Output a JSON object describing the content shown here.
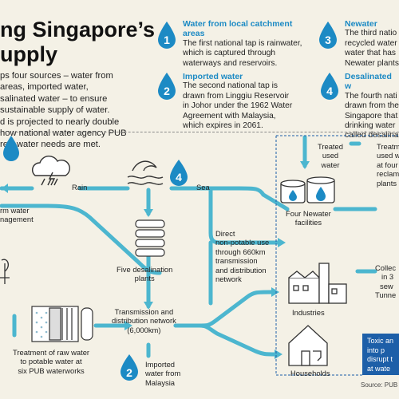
{
  "title": {
    "line1": "ng Singapore’s",
    "line2": "upply"
  },
  "intro": {
    "lines": [
      "ps four sources – water from",
      "areas, imported water,",
      "salinated water – to ensure",
      "sustainable supply of water.",
      "d is projected to nearly double",
      "how national water agency PUB",
      "re’s water needs are met."
    ]
  },
  "sources": [
    {
      "number": "1",
      "title_lines": [
        "Water from local catchment",
        "areas"
      ],
      "body_lines": [
        "The first national tap is rainwater,",
        "which is captured through",
        "waterways and reservoirs."
      ]
    },
    {
      "number": "2",
      "title_lines": [
        "Imported water"
      ],
      "body_lines": [
        "The second national tap is",
        "drawn from Linggiu Reservoir",
        "in Johor under the 1962 Water",
        "Agreement with Malaysia,",
        "which expires in 2061."
      ]
    },
    {
      "number": "3",
      "title_lines": [
        "Newater"
      ],
      "body_lines": [
        "The third natio",
        "recycled water",
        "water that has",
        "Newater plants"
      ]
    },
    {
      "number": "4",
      "title_lines": [
        "Desalinated w"
      ],
      "body_lines": [
        "The fourth nati",
        "drawn from the",
        "Singapore that",
        "drinking water",
        "called desalina"
      ]
    }
  ],
  "diagram": {
    "rain": "Rain",
    "sea": "Sea",
    "sea_number": "4",
    "storm": [
      "rm water",
      "nagement"
    ],
    "treated_used": [
      "Treated",
      "used",
      "water"
    ],
    "treatment_right": [
      "Treatm",
      "used w",
      "at four",
      "reclam",
      "plants"
    ],
    "newater": [
      "Four Newater",
      "facilities"
    ],
    "desal": [
      "Five desalination",
      "plants"
    ],
    "direct": [
      "Direct",
      "non-potable use",
      "through 660km",
      "transmission",
      "and distribution",
      "network"
    ],
    "industries": "Industries",
    "collected": [
      "Collec",
      "in 3",
      "sew",
      "Tunne"
    ],
    "transmission": [
      "Transmission and",
      "distribution network",
      "(6,000km)"
    ],
    "treatment_raw": [
      "Treatment of raw water",
      "to potable water at",
      "six PUB waterworks"
    ],
    "imported": [
      "Imported",
      "water from",
      "Malaysia"
    ],
    "imported_number": "2",
    "households": "Households",
    "toxic": [
      "Toxic an",
      "into p",
      "disrupt t",
      "at wate"
    ],
    "source_note": "Source: PUB"
  },
  "colors": {
    "pipe": "#4cb6cf",
    "drop": "#1c8ac4",
    "accent_blue": "#1d5fa8",
    "icon_ink": "#333333"
  }
}
